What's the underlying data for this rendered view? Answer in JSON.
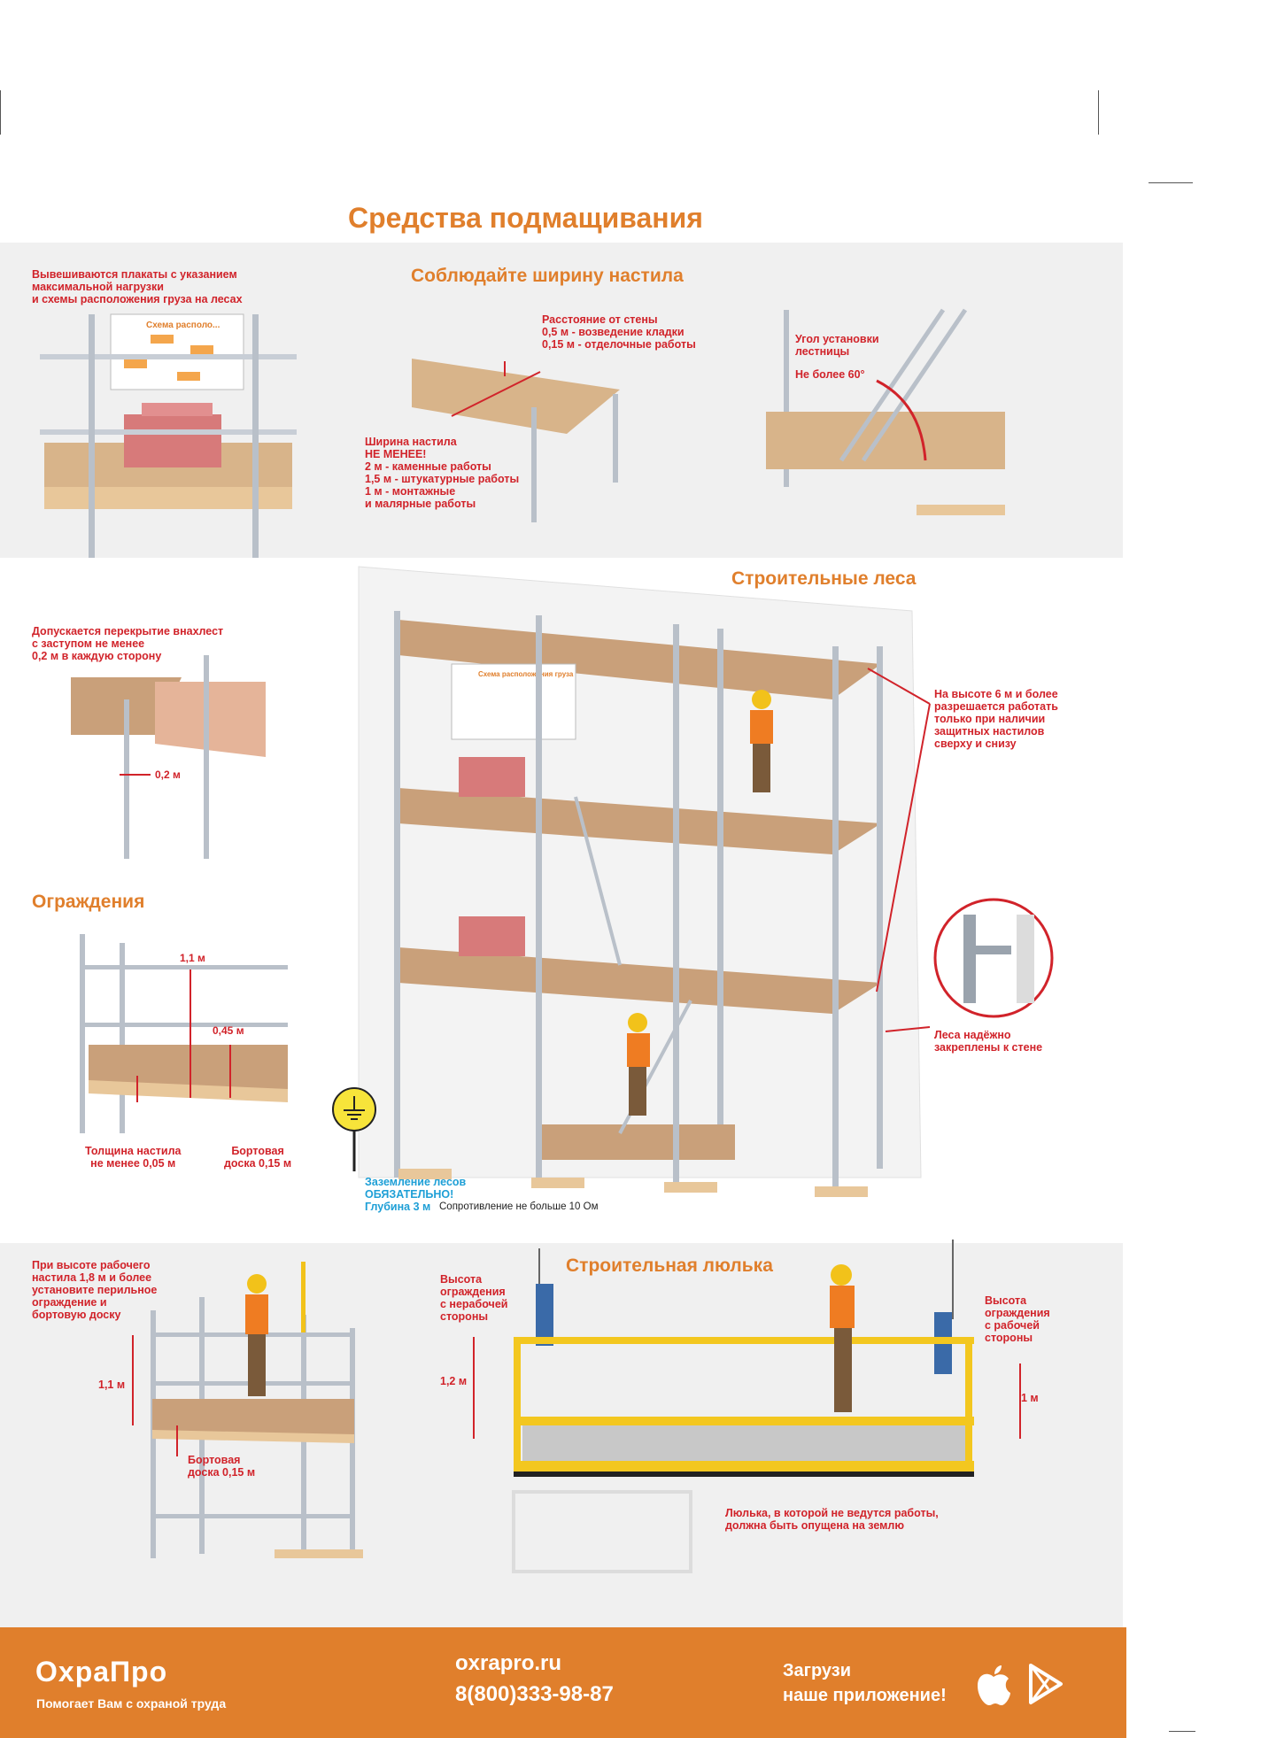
{
  "title": "Средства подмащивания",
  "top_panel": {
    "posters_note": "Вывешиваются плакаты с указанием\nмаксимальной нагрузки\nи схемы расположения груза на лесах",
    "poster_label": "Схема располо...",
    "width_title": "Соблюдайте ширину настила",
    "wall_distance": "Расстояние от стены\n0,5 м - возведение кладки\n0,15 м - отделочные работы",
    "deck_width": "Ширина настила\nНЕ МЕНЕЕ!\n2 м - каменные работы\n1,5 м - штукатурные работы\n1 м - монтажные\nи малярные работы",
    "ladder_angle": "Угол установки\nлестницы",
    "ladder_limit": "Не более 60°"
  },
  "middle": {
    "scaffold_title": "Строительные леса",
    "overlap_note": "Допускается перекрытие внахлест\nс заступом не менее\n0,2 м в каждую сторону",
    "overlap_value": "0,2 м",
    "poster_label": "Схема расположения груза",
    "height6_note": "На высоте 6 м и более\nразрешается работать\nтолько при наличии\nзащитных настилов\nсверху и снизу",
    "anchor_note": "Леса надёжно\nзакреплены к стене",
    "ground_note": "Заземление лесов\nОБЯЗАТЕЛЬНО!",
    "ground_depth": "Глубина 3 м",
    "ground_resist": "Сопротивление не больше 10 Ом",
    "guards_title": "Ограждения",
    "guard_height": "1,1 м",
    "guard_mid": "0,45 м",
    "deck_thickness": "Толщина настила\nне менее 0,05 м",
    "toe_board": "Бортовая\nдоска 0,15 м"
  },
  "bottom_panel": {
    "work_height_note": "При высоте рабочего\nнастила 1,8 м и более\nустановите перильное\nограждение и\nбортовую доску",
    "rail_height": "1,1 м",
    "toe_board": "Бортовая\nдоска 0,15 м",
    "cradle_title": "Строительная люлька",
    "rear_guard": "Высота\nограждения\nс нерабочей\nстороны",
    "rear_value": "1,2 м",
    "front_guard": "Высота\nограждения\nс рабочей\nстороны",
    "front_value": "1 м",
    "idle_note": "Люлька, в которой не ведутся работы,\nдолжна быть опущена на землю"
  },
  "footer": {
    "brand": "ОхраПро",
    "tagline": "Помогает Вам с охраной труда",
    "site": "oxrapro.ru",
    "phone": "8(800)333-98-87",
    "app": "Загрузи\nнаше приложение!"
  },
  "colors": {
    "accent": "#e07f2c",
    "red": "#d1232a",
    "blue": "#1e9fd6",
    "panel": "#f0f0f0",
    "wood": "#d8b48a"
  },
  "icons": [
    "apple-icon",
    "google-play-icon",
    "ground-icon"
  ]
}
